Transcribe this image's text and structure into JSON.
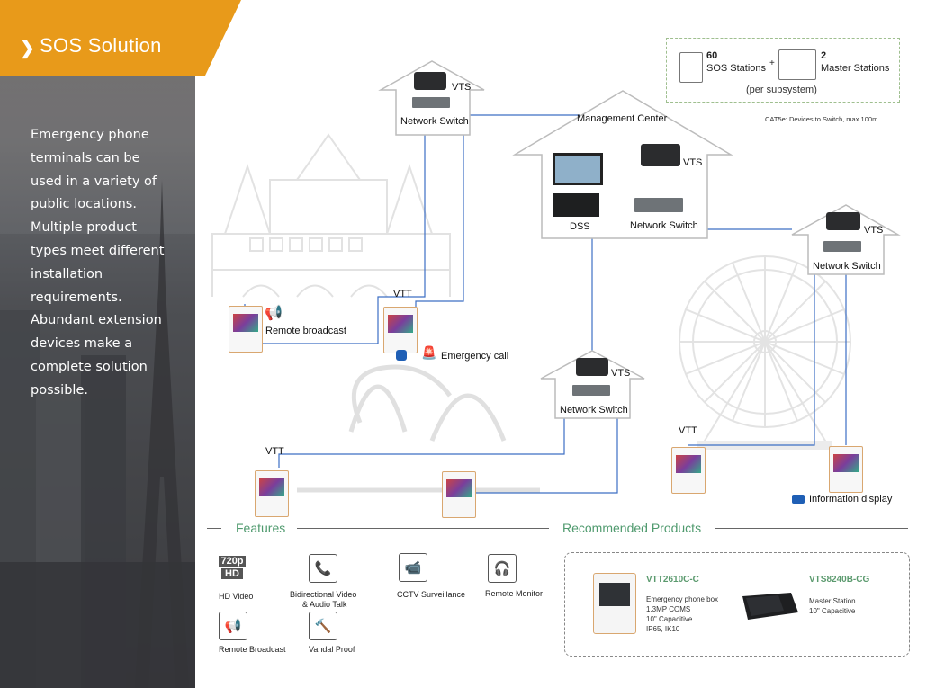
{
  "header": {
    "title": "SOS Solution"
  },
  "sidebar": {
    "description": "Emergency phone terminals can be used in a variety of public locations. Multiple product types meet different installation requirements. Abundant extension devices make a complete solution possible."
  },
  "legend": {
    "sos_count": "60",
    "sos_label": "SOS Stations",
    "plus": "+",
    "master_count": "2",
    "master_label": "Master Stations",
    "note": "(per subsystem)",
    "cable_note": "CAT5e: Devices to Switch, max 100m"
  },
  "diagram": {
    "vts": "VTS",
    "vtt": "VTT",
    "network_switch": "Network Switch",
    "management_center": "Management Center",
    "dss": "DSS",
    "remote_broadcast": "Remote broadcast",
    "emergency_call": "Emergency call",
    "information_display": "Information display"
  },
  "features": {
    "heading": "Features",
    "items": [
      {
        "label": "HD Video",
        "icon": "hd-720p-icon"
      },
      {
        "label": "Bidirectional Video",
        "label2": "& Audio Talk",
        "icon": "phone-talk-icon"
      },
      {
        "label": "CCTV Surveillance",
        "icon": "cctv-camera-icon"
      },
      {
        "label": "Remote Monitor",
        "icon": "headset-icon"
      },
      {
        "label": "Remote Broadcast",
        "icon": "megaphone-icon"
      },
      {
        "label": "Vandal Proof",
        "icon": "vandal-proof-icon"
      }
    ],
    "hd_badge_top": "720p",
    "hd_badge_bottom": "HD"
  },
  "products": {
    "heading": "Recommended Products",
    "items": [
      {
        "name": "VTT2610C-C",
        "lines": [
          "Emergency phone box",
          "1.3MP COMS",
          "10\" Capacitive",
          "IP65, IK10"
        ]
      },
      {
        "name": "VTS8240B-CG",
        "lines": [
          "Master Station",
          "10\" Capacitive"
        ]
      }
    ]
  },
  "colors": {
    "accent": "#e89a1a",
    "line": "#3d6fc4",
    "green": "#4f9a6e"
  }
}
